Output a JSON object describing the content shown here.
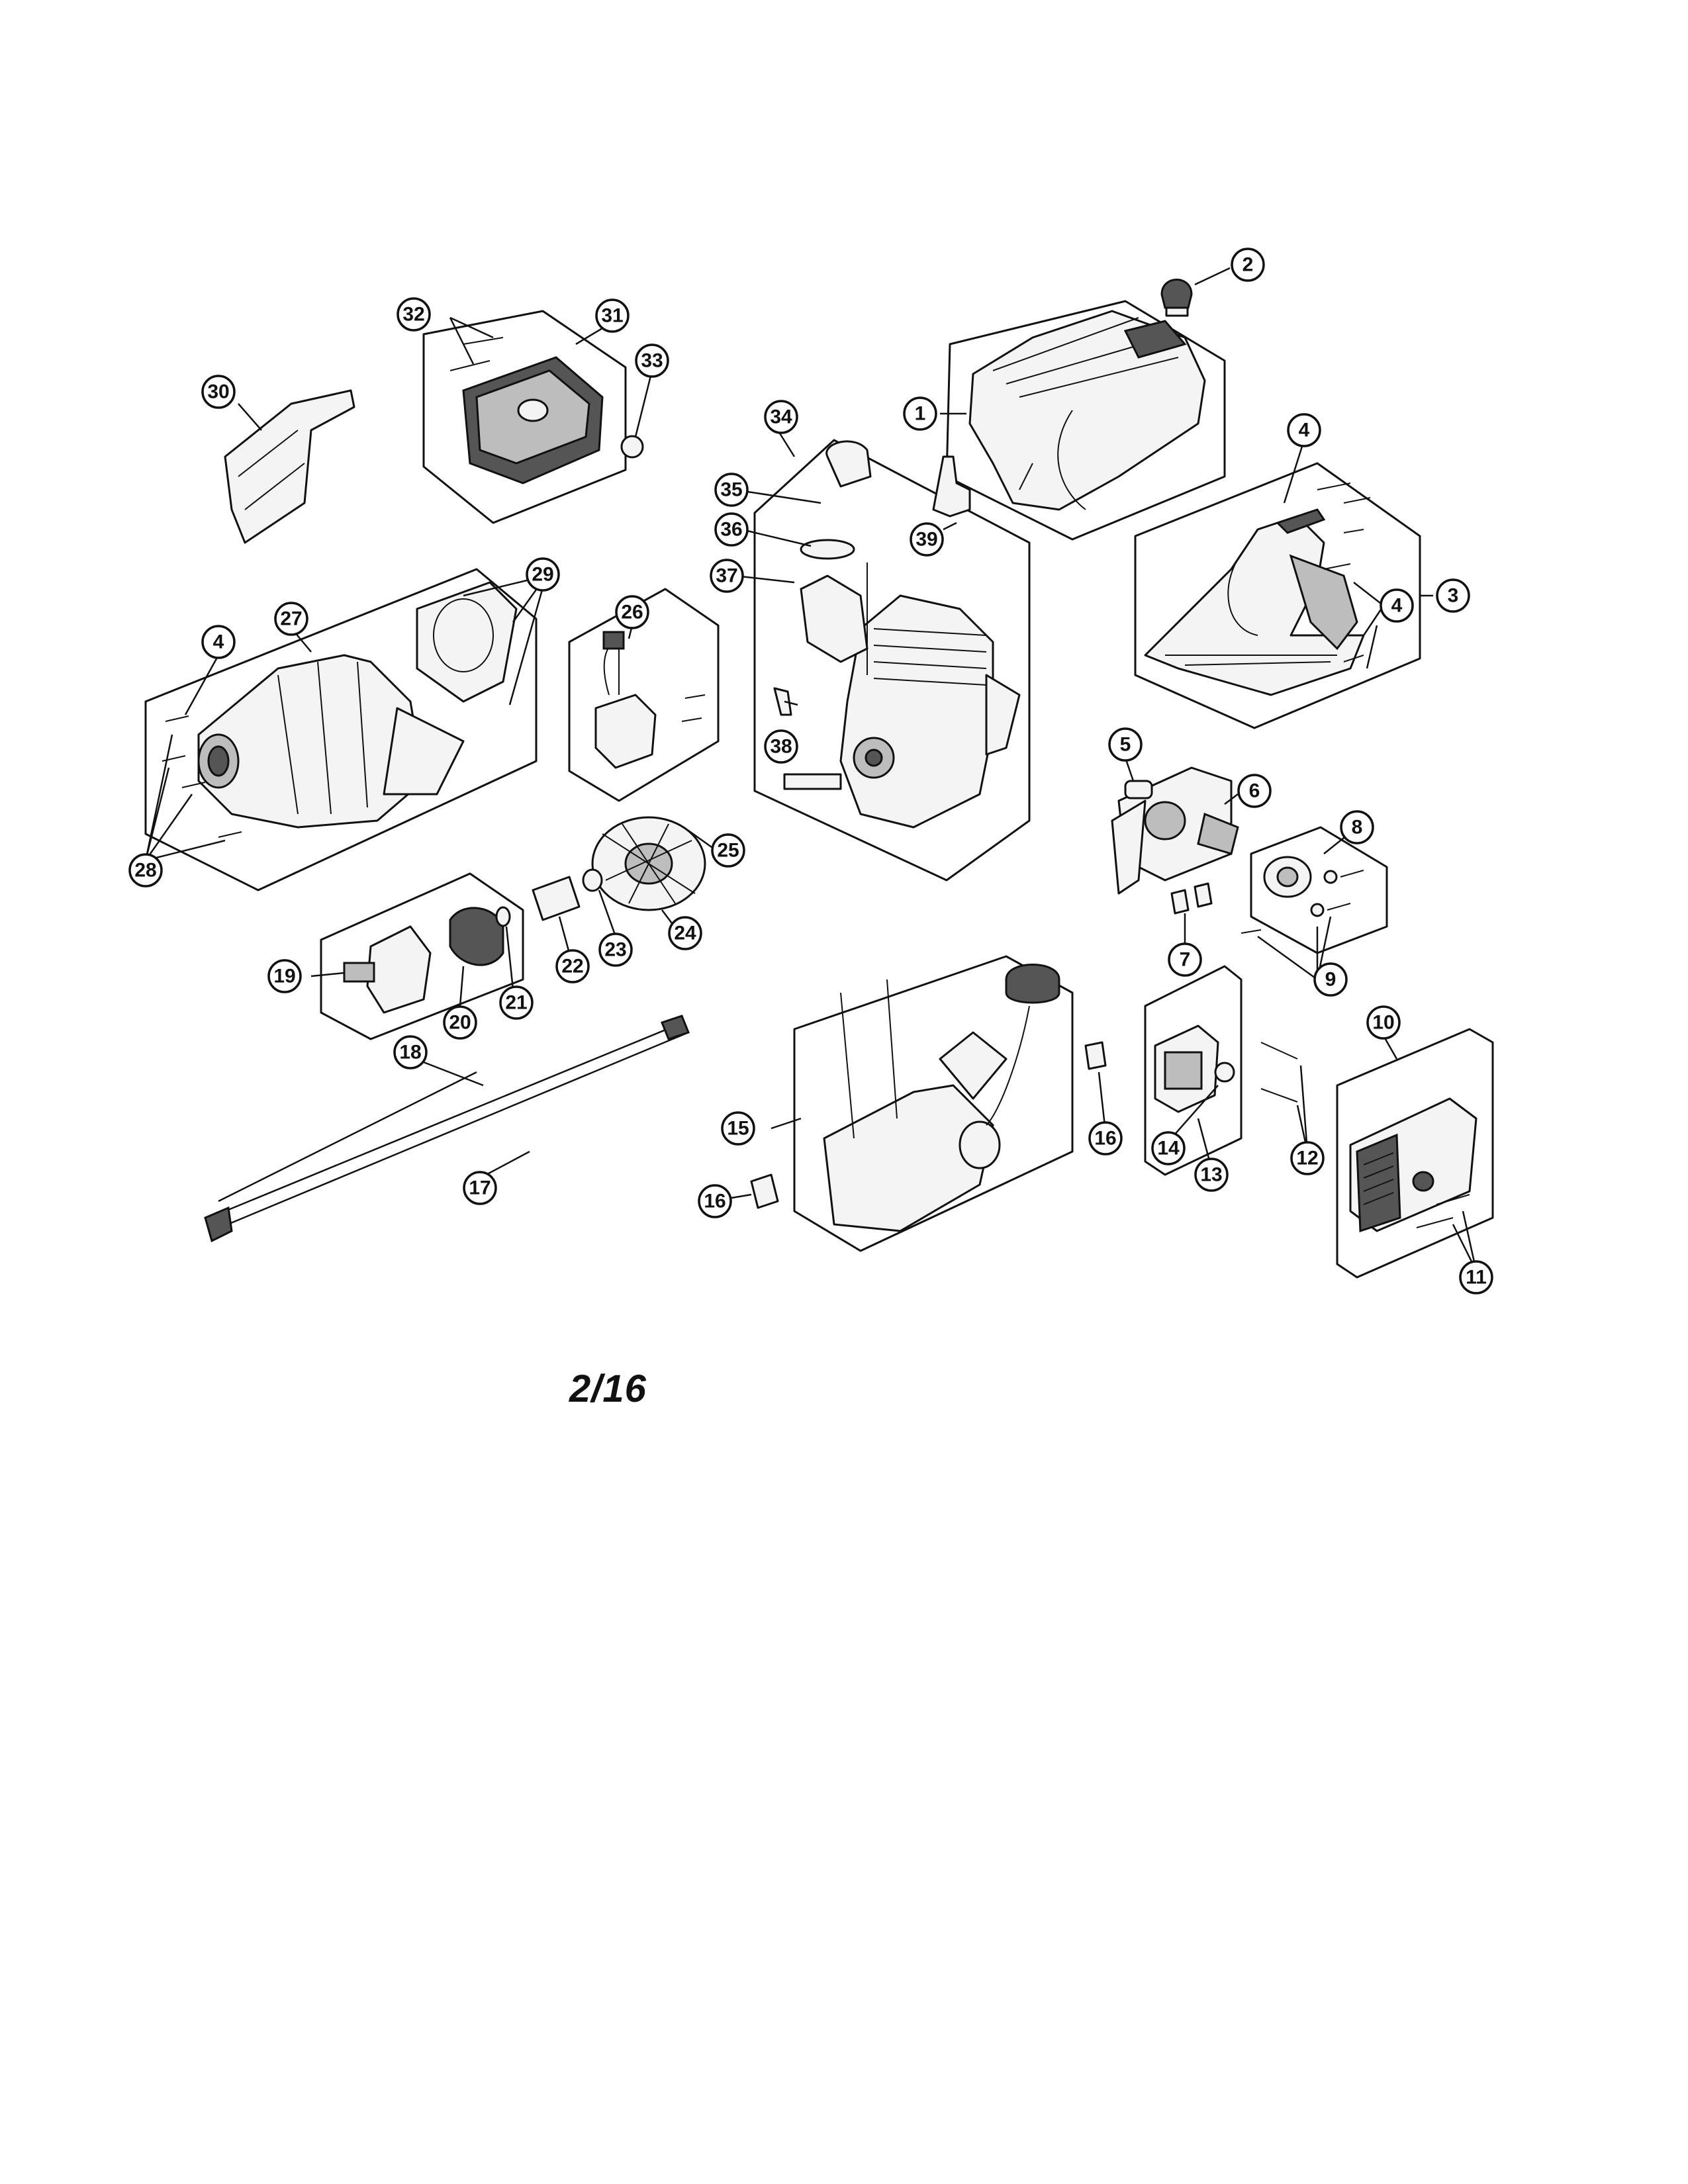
{
  "page_number": "2/16",
  "callouts": [
    "1",
    "2",
    "3",
    "4",
    "5",
    "6",
    "7",
    "8",
    "9",
    "10",
    "11",
    "12",
    "13",
    "14",
    "15",
    "16",
    "17",
    "18",
    "19",
    "20",
    "21",
    "22",
    "23",
    "24",
    "25",
    "26",
    "27",
    "28",
    "29",
    "30",
    "31",
    "32",
    "33",
    "34",
    "35",
    "36",
    "37",
    "38",
    "39"
  ],
  "groups": [
    {
      "callout": "27",
      "parts": [
        "4",
        "28",
        "29"
      ]
    },
    {
      "callout": "31",
      "parts": [
        "32",
        "33"
      ]
    },
    {
      "callout": "34",
      "parts": [
        "35",
        "36",
        "37",
        "38",
        "39"
      ]
    },
    {
      "callout": "3",
      "parts": [
        "4"
      ]
    },
    {
      "callout": "8",
      "parts": [
        "9"
      ]
    },
    {
      "callout": "13",
      "parts": [
        "14"
      ]
    },
    {
      "callout": "10",
      "parts": [
        "11"
      ]
    },
    {
      "callout": "15",
      "parts": [
        "16"
      ]
    }
  ]
}
